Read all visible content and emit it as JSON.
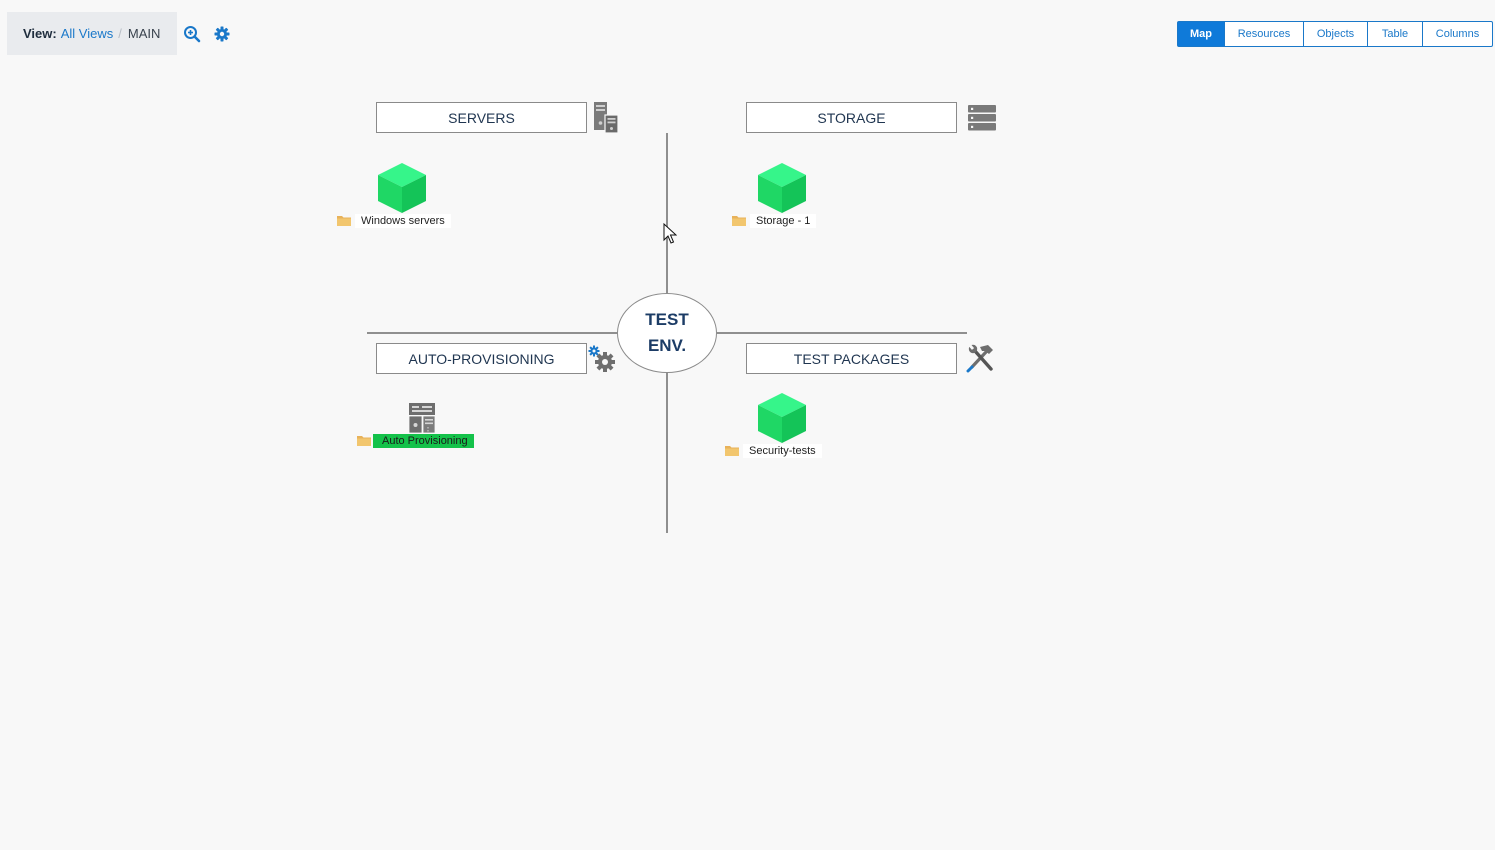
{
  "breadcrumb": {
    "label": "View:",
    "all_views": "All Views",
    "separator": "/",
    "current": "MAIN"
  },
  "toolbar": {
    "zoom_icon": "zoom-in-icon",
    "settings_icon": "gear-icon"
  },
  "tabs": [
    {
      "label": "Map",
      "active": true
    },
    {
      "label": "Resources",
      "active": false
    },
    {
      "label": "Objects",
      "active": false
    },
    {
      "label": "Table",
      "active": false
    },
    {
      "label": "Columns",
      "active": false
    }
  ],
  "map": {
    "center": {
      "line1": "TEST",
      "line2": "ENV."
    },
    "categories": {
      "servers": {
        "label": "SERVERS",
        "icon": "server-icon"
      },
      "storage": {
        "label": "STORAGE",
        "icon": "storage-icon"
      },
      "auto_provisioning": {
        "label": "AUTO-PROVISIONING",
        "icon": "gears-icon"
      },
      "test_packages": {
        "label": "TEST PACKAGES",
        "icon": "tools-icon"
      }
    },
    "nodes": {
      "windows_servers": {
        "label": "Windows servers",
        "icon": "cube-icon"
      },
      "storage_1": {
        "label": "Storage - 1",
        "icon": "cube-icon"
      },
      "auto_provisioning": {
        "label": "Auto Provisioning",
        "icon": "server-rack-icon"
      },
      "security_tests": {
        "label": "Security-tests",
        "icon": "cube-icon"
      }
    }
  },
  "colors": {
    "accent": "#0f7ad9",
    "cube_green": "#1fe06a",
    "highlight_green": "#14c24a",
    "folder": "#e8b25a"
  }
}
